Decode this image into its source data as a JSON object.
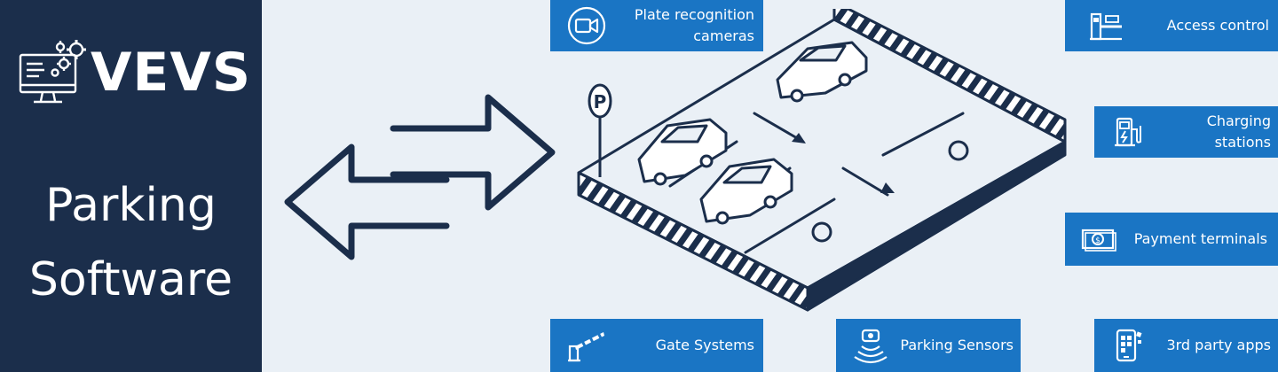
{
  "brand": {
    "logo_text": "VEVS",
    "title_line1": "Parking",
    "title_line2": "Software"
  },
  "colors": {
    "sidebar_bg": "#1b2e4b",
    "page_bg": "#eaf0f6",
    "badge_bg": "#1a75c4",
    "ink": "#1b2e4b"
  },
  "illustration": {
    "sign_letter": "P"
  },
  "features": {
    "plate_cameras_line1": "Plate recognition",
    "plate_cameras_line2": "cameras",
    "plate_cameras_icon": "video-camera-icon",
    "access_control": "Access control",
    "access_control_icon": "barrier-gate-icon",
    "charging_stations": "Charging  stations",
    "charging_stations_icon": "ev-charger-icon",
    "payment_terminals": "Payment terminals",
    "payment_terminals_icon": "banknote-icon",
    "gate_systems": "Gate Systems",
    "gate_systems_icon": "boom-barrier-icon",
    "parking_sensors": "Parking Sensors",
    "parking_sensors_icon": "sensor-signal-icon",
    "third_party_apps": "3rd party apps",
    "third_party_apps_icon": "mobile-apps-icon"
  }
}
